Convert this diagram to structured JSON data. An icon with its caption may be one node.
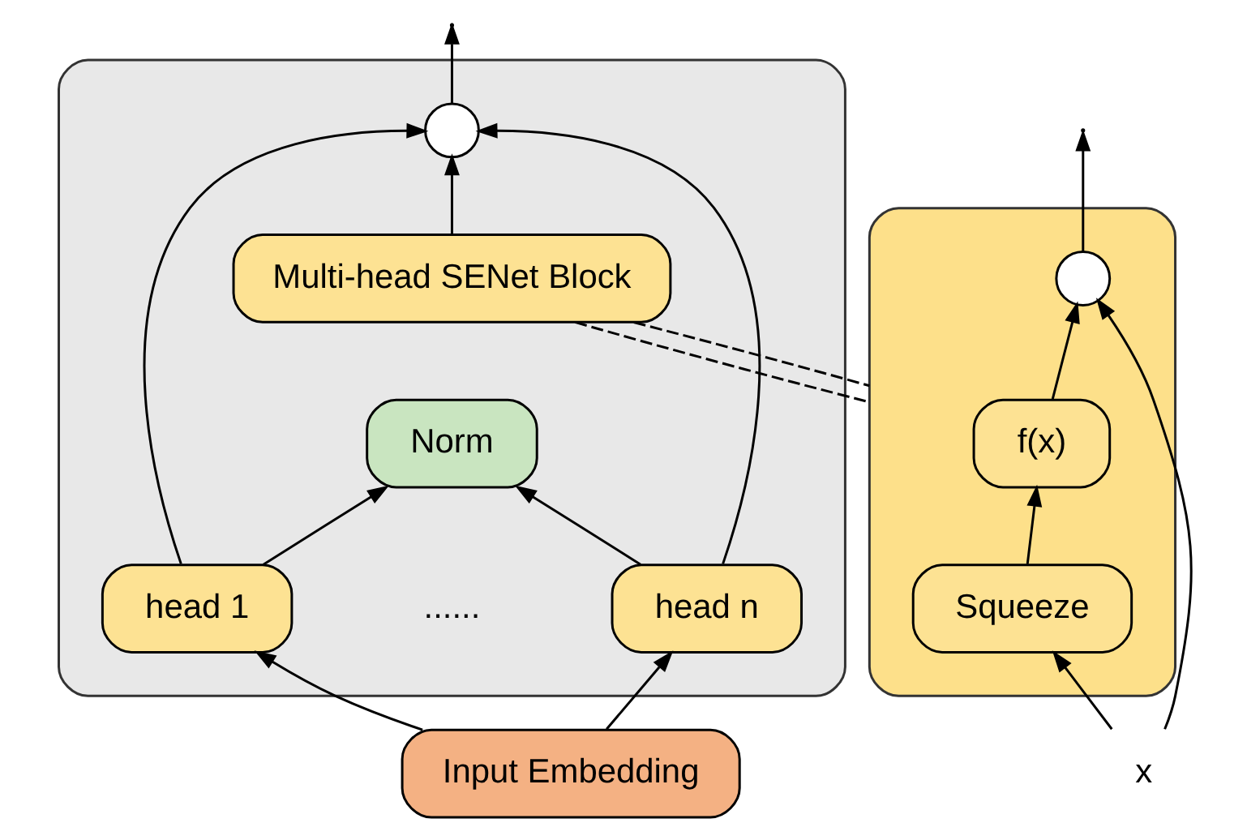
{
  "diagram": {
    "nodes": [
      {
        "text": [],
        "shape": "box"
      },
      {
        "text": [
          "Multi-head SENet Block"
        ],
        "in": 0
      },
      {
        "text": [
          "Norm"
        ],
        "in": 0
      },
      {
        "text": [
          "head 1"
        ],
        "in": 0
      },
      {
        "text": [
          "head n"
        ],
        "in": 0
      },
      {
        "text": [],
        "shape": "circle",
        "in": 0
      },
      {
        "text": [
          "Input Embedding"
        ]
      },
      {
        "text": [],
        "shape": "box"
      },
      {
        "text": [
          "f(x)"
        ],
        "in": 7
      },
      {
        "text": [
          "Squeeze"
        ],
        "in": 7
      },
      {
        "text": [],
        "shape": "circle",
        "in": 7
      },
      {
        "text": [
          "x"
        ]
      }
    ],
    "edges": [
      {
        "from": 6,
        "to": 3,
        "arrow": "to"
      },
      {
        "from": 6,
        "to": 4,
        "arrow": "to"
      },
      {
        "from": 3,
        "to": 2,
        "arrow": "to"
      },
      {
        "from": 4,
        "to": 2,
        "arrow": "to"
      },
      {
        "from": 1,
        "to": 5,
        "arrow": "to"
      },
      {
        "from": 3,
        "to": 5,
        "arrow": "to"
      },
      {
        "from": 4,
        "to": 5,
        "arrow": "to"
      },
      {
        "from": 5,
        "to": null,
        "arrow": "to"
      },
      {
        "from": 1,
        "to": 7,
        "arrow": "none",
        "style": "dashed"
      },
      {
        "from": 1,
        "to": 7,
        "arrow": "none",
        "style": "dashed"
      },
      {
        "from": 11,
        "to": 10,
        "arrow": "to"
      },
      {
        "from": 11,
        "to": 9,
        "arrow": "to"
      },
      {
        "from": 9,
        "to": 8,
        "arrow": "to"
      },
      {
        "from": 8,
        "to": 10,
        "arrow": "to"
      },
      {
        "from": 10,
        "to": null,
        "arrow": "to"
      }
    ],
    "labels": [
      "......"
    ]
  }
}
